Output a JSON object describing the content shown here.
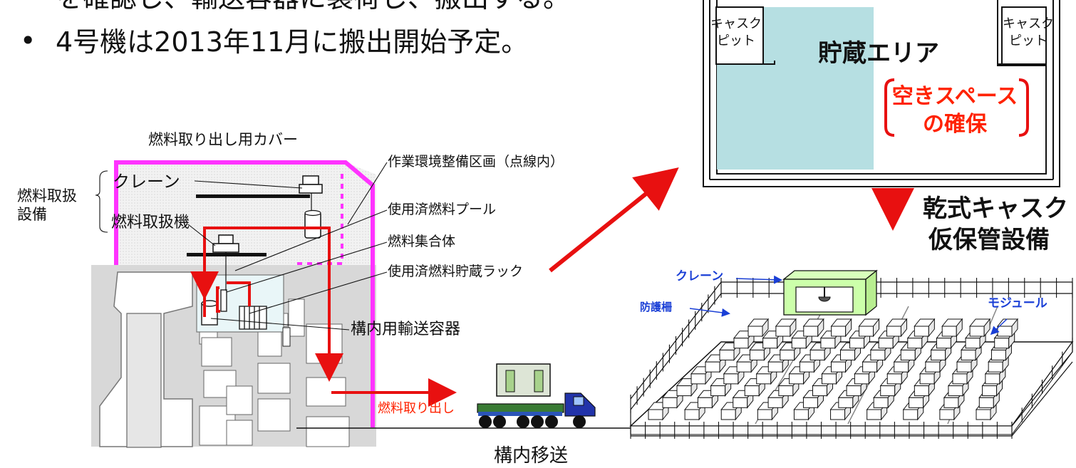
{
  "header": {
    "line_clipped": "を確認し、輸送容器に装荷し、搬出する。",
    "bullet": "•",
    "line2": "4号機は2013年11月に搬出開始予定。"
  },
  "left_diagram": {
    "cover_title": "燃料取り出し用カバー",
    "handling_equipment": "燃料取扱\n設備",
    "crane": "クレーン",
    "fuel_handler": "燃料取扱機",
    "work_area": "作業環境整備区画（点線内）",
    "spent_pool": "使用済燃料プール",
    "fuel_assembly": "燃料集合体",
    "storage_rack": "使用済燃料貯蔵ラック",
    "transport_container": "構内用輸送容器",
    "fuel_removal": "燃料取り出し",
    "onsite_transfer": "構内移送"
  },
  "storage_area": {
    "title": "貯蔵エリア",
    "cask_pit_left": "キャスク\nピット",
    "cask_pit_right": "キャスク\nピット",
    "free_space": "空きスペース\nの確保"
  },
  "dry_cask": {
    "title_line1": "乾式キャスク",
    "title_line2": "仮保管設備",
    "crane": "クレーン",
    "fence": "防護柵",
    "module": "モジュール"
  },
  "colors": {
    "magenta": "#ff33ff",
    "red_arrow": "#e81010",
    "pool_blue": "#b6dfe2",
    "crane_green": "#ccffaa",
    "truck_blue": "#2233aa"
  }
}
